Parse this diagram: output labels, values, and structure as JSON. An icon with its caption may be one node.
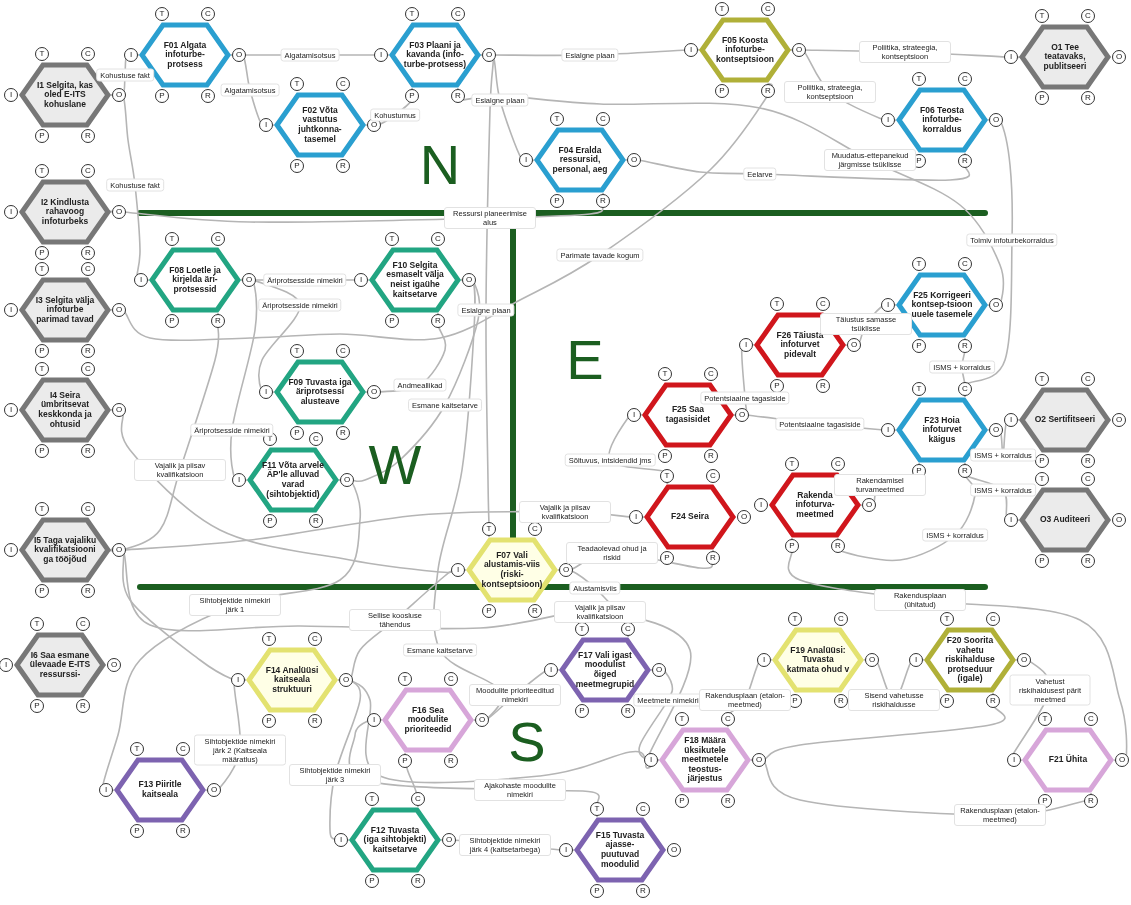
{
  "diagram": {
    "nodes": [
      {
        "text": [
          "T",
          "C",
          "I",
          "I1 Selgita, kas oled E-ITS kohuslane",
          "O",
          "P",
          "R"
        ]
      },
      {
        "text": [
          "T",
          "C",
          "I",
          "I2 Kindlusta rahavoog infoturbeks",
          "O",
          "P",
          "R"
        ]
      },
      {
        "text": [
          "T",
          "C",
          "I",
          "I3 Selgita välja infoturbe parimad tavad",
          "O",
          "P",
          "R"
        ]
      },
      {
        "text": [
          "T",
          "C",
          "I",
          "I4 Seira ümbritsevat keskkonda ja ohtusid",
          "O",
          "P",
          "R"
        ]
      },
      {
        "text": [
          "T",
          "C",
          "I",
          "I5 Taga vajaliku kvalifikatsiooniga tööjõud",
          "O",
          "P",
          "R"
        ]
      },
      {
        "text": [
          "T",
          "C",
          "I",
          "I6 Saa esmane ülevaade E-ITS ressurssi-",
          "O",
          "P",
          "R"
        ]
      },
      {
        "text": [
          "T",
          "C",
          "I",
          "F01 Algata infoturbe-protsess",
          "O",
          "P",
          "R"
        ]
      },
      {
        "text": [
          "T",
          "C",
          "I",
          "F02 Võta vastutus juhtkonna-tasemel",
          "O",
          "P",
          "R"
        ]
      },
      {
        "text": [
          "T",
          "C",
          "I",
          "F03 Plaani ja kavanda (info-turbe-protsess)",
          "O",
          "P",
          "R"
        ]
      },
      {
        "text": [
          "T",
          "C",
          "I",
          "F04 Eralda ressursid, personal, aeg",
          "O",
          "P",
          "R"
        ]
      },
      {
        "text": [
          "T",
          "C",
          "I",
          "F05 Koosta infoturbe-kontseptsioon",
          "O",
          "P",
          "R"
        ]
      },
      {
        "text": [
          "T",
          "C",
          "I",
          "F06 Teosta infoturbe-korraldus",
          "O",
          "P",
          "R"
        ]
      },
      {
        "text": [
          "T",
          "C",
          "I",
          "O1 Tee teatavaks, publitseeri",
          "O",
          "P",
          "R"
        ]
      },
      {
        "text": [
          "T",
          "C",
          "I",
          "F08 Loetle ja kirjelda äri-protsessid",
          "O",
          "P",
          "R"
        ]
      },
      {
        "text": [
          "T",
          "C",
          "I",
          "F10 Selgita esmaselt välja neist igaühe kaitsetarve",
          "O",
          "P",
          "R"
        ]
      },
      {
        "text": [
          "T",
          "C",
          "I",
          "F09 Tuvasta iga äriprotsessi alusteave",
          "O",
          "P",
          "R"
        ]
      },
      {
        "text": [
          "T",
          "C",
          "I",
          "F11 Võta arvele ÄP'le alluvad varad (sihtobjektid)",
          "O",
          "P",
          "R"
        ]
      },
      {
        "text": [
          "T",
          "C",
          "I",
          "F25 Korrigeeri kontsep-tsioon uuele tasemele",
          "O",
          "P",
          "R"
        ]
      },
      {
        "text": [
          "T",
          "C",
          "I",
          "F26 Täiusta infoturvet pidevalt",
          "O",
          "P",
          "R"
        ]
      },
      {
        "text": [
          "T",
          "C",
          "I",
          "F25 Saa tagasisidet",
          "O",
          "P",
          "R"
        ]
      },
      {
        "text": [
          "T",
          "C",
          "I",
          "F23 Hoia infoturvet käigus",
          "O",
          "P",
          "R"
        ]
      },
      {
        "text": [
          "T",
          "C",
          "I",
          "O2 Sertifitseeri",
          "O",
          "P",
          "R"
        ]
      },
      {
        "text": [
          "T",
          "C",
          "I",
          "Rakenda infoturva-meetmed",
          "O",
          "P",
          "R"
        ]
      },
      {
        "text": [
          "T",
          "C",
          "I",
          "F24 Seira",
          "O",
          "P",
          "R"
        ]
      },
      {
        "text": [
          "T",
          "C",
          "I",
          "O3 Auditeeri",
          "O",
          "P",
          "R"
        ]
      },
      {
        "text": [
          "T",
          "C",
          "I",
          "F07 Vali alustamis-viis (riski-kontseptsioon)",
          "O",
          "P",
          "R"
        ]
      },
      {
        "text": [
          "T",
          "C",
          "I",
          "F14 Analüüsi kaitseala struktuuri",
          "O",
          "P",
          "R"
        ]
      },
      {
        "text": [
          "T",
          "C",
          "I",
          "F13 Piiritle kaitseala",
          "O",
          "P",
          "R"
        ]
      },
      {
        "text": [
          "T",
          "C",
          "I",
          "F16 Sea moodulite prioriteedid",
          "O",
          "P",
          "R"
        ]
      },
      {
        "text": [
          "T",
          "C",
          "I",
          "F17 Vali igast moodulist õiged meetmegrupid",
          "O",
          "P",
          "R"
        ]
      },
      {
        "text": [
          "T",
          "C",
          "I",
          "F18 Määra üksikutele meetmetele teostus-järjestus",
          "O",
          "P",
          "R"
        ]
      },
      {
        "text": [
          "T",
          "C",
          "I",
          "F19 Analüüsi: Tuvasta katmata ohud v",
          "O",
          "P",
          "R"
        ]
      },
      {
        "text": [
          "T",
          "C",
          "I",
          "F20 Soorita vahetu riskihalduse protseduur (igale)",
          "O",
          "P",
          "R"
        ]
      },
      {
        "text": [
          "T",
          "C",
          "I",
          "F21 Ühita",
          "O",
          "P",
          "R"
        ]
      },
      {
        "text": [
          "T",
          "C",
          "I",
          "F12 Tuvasta (iga sihtobjekti) kaitsetarve",
          "O",
          "P",
          "R"
        ]
      },
      {
        "text": [
          "T",
          "C",
          "I",
          "F15 Tuvasta ajasse-puutuvad moodulid",
          "O",
          "P",
          "R"
        ]
      }
    ],
    "edges": [
      {
        "from": 0,
        "to": 6,
        "arrow": "none",
        "label": "Kohustuse fakt"
      },
      {
        "from": 0,
        "to": 13,
        "arrow": "none",
        "label": "Kohustuse fakt"
      },
      {
        "from": 6,
        "to": 8,
        "arrow": "none",
        "label": "Algatamisotsus"
      },
      {
        "from": 6,
        "to": 7,
        "arrow": "none",
        "label": "Algatamisotsus"
      },
      {
        "from": 7,
        "to": 8,
        "arrow": "none",
        "label": "Kohustumus"
      },
      {
        "from": 8,
        "to": 10,
        "arrow": "none",
        "label": "Esialgne plaan"
      },
      {
        "from": 8,
        "to": 9,
        "arrow": "none",
        "label": "Esialgne plaan"
      },
      {
        "from": 8,
        "to": 25,
        "arrow": "none",
        "label": "Esialgne plaan"
      },
      {
        "from": 17,
        "to": 8,
        "arrow": "none",
        "label": "Muudatus-ettepanekud järgmisse tsüklisse"
      },
      {
        "from": 1,
        "to": 9,
        "arrow": "none",
        "label": "Ressursi planeerimise alus"
      },
      {
        "from": 9,
        "to": 11,
        "arrow": "none",
        "label": "Eelarve"
      },
      {
        "from": 10,
        "to": 12,
        "arrow": "none",
        "label": "Poliitika, strateegia, kontseptsioon"
      },
      {
        "from": 10,
        "to": 11,
        "arrow": "none",
        "label": "Poliitika, strateegia, kontseptsioon"
      },
      {
        "from": 2,
        "to": 10,
        "arrow": "none",
        "label": "Parimate tavade kogum"
      },
      {
        "from": 11,
        "to": 20,
        "arrow": "none",
        "label": "Toimiv infoturbekorraldus"
      },
      {
        "from": 13,
        "to": 14,
        "arrow": "none",
        "label": "Äriprotsesside nimekiri"
      },
      {
        "from": 13,
        "to": 15,
        "arrow": "none",
        "label": "Äriprotsesside nimekiri"
      },
      {
        "from": 13,
        "to": 16,
        "arrow": "none",
        "label": "Äriprotsesside nimekiri"
      },
      {
        "from": 15,
        "to": 14,
        "arrow": "none",
        "label": "Andmeallikad"
      },
      {
        "from": 14,
        "to": 16,
        "arrow": "none",
        "label": "Esmane kaitsetarve"
      },
      {
        "from": 14,
        "to": 28,
        "arrow": "none",
        "label": "Esmane kaitsetarve"
      },
      {
        "from": 3,
        "to": 25,
        "arrow": "none"
      },
      {
        "from": 4,
        "to": 13,
        "arrow": "none",
        "label": "Vajalik ja piisav kvalifikatsioon"
      },
      {
        "from": 4,
        "to": 23,
        "arrow": "none",
        "label": "Vajalik ja piisav kvalifikatsioon"
      },
      {
        "from": 4,
        "to": 30,
        "arrow": "none",
        "label": "Vajalik ja piisav kvalifikatsioon"
      },
      {
        "from": 4,
        "to": 26,
        "arrow": "none"
      },
      {
        "from": 16,
        "to": 27,
        "arrow": "none",
        "label": "Sihtobjektide nimekiri järk 1"
      },
      {
        "from": 27,
        "to": 26,
        "arrow": "none",
        "label": "Sihtobjektide nimekiri järk 2 (Kaitseala määratlus)"
      },
      {
        "from": 26,
        "to": 34,
        "arrow": "none",
        "label": "Sihtobjektide nimekiri järk 3"
      },
      {
        "from": 26,
        "to": 25,
        "arrow": "none",
        "label": "Sellise koosluse tähendus"
      },
      {
        "from": 26,
        "to": 30,
        "arrow": "none"
      },
      {
        "from": 34,
        "to": 35,
        "arrow": "none",
        "label": "Sihtobjektide nimekiri järk 4 (kaitsetarbega)"
      },
      {
        "from": 34,
        "to": 28,
        "arrow": "none"
      },
      {
        "from": 35,
        "to": 28,
        "arrow": "none",
        "label": "Ajakohaste moodulite nimekiri"
      },
      {
        "from": 28,
        "to": 29,
        "arrow": "none",
        "label": "Moodulite prioriteeditud nimekiri"
      },
      {
        "from": 29,
        "to": 30,
        "arrow": "none",
        "label": "Meetmete nimekiri"
      },
      {
        "from": 25,
        "to": 29,
        "arrow": "none",
        "label": "Alustamisviis"
      },
      {
        "from": 23,
        "to": 25,
        "arrow": "none",
        "label": "Teadaolevad ohud ja riskid"
      },
      {
        "from": 30,
        "to": 31,
        "arrow": "none",
        "label": "Rakendusplaan (etalon-meetmed)"
      },
      {
        "from": 30,
        "to": 33,
        "arrow": "none",
        "label": "Rakendusplaan (etalon-meetmed)"
      },
      {
        "from": 31,
        "to": 32,
        "arrow": "none",
        "label": "Sisend vahetusse riskihaldusse"
      },
      {
        "from": 32,
        "to": 33,
        "arrow": "none",
        "label": "Vahetust riskihaldusest pärit meetmed"
      },
      {
        "from": 32,
        "to": 30,
        "arrow": "none"
      },
      {
        "from": 33,
        "to": 22,
        "arrow": "none",
        "label": "Rakendusplaan (ühitatud)"
      },
      {
        "from": 22,
        "to": 20,
        "arrow": "none",
        "label": "Rakendamisel turvameetmed"
      },
      {
        "from": 20,
        "to": 22,
        "arrow": "none",
        "label": "ISMS + korraldus"
      },
      {
        "from": 19,
        "to": 18,
        "arrow": "none",
        "label": "Potentsiaalne tagasiside"
      },
      {
        "from": 19,
        "to": 20,
        "arrow": "none",
        "label": "Potentsiaalne tagasiside"
      },
      {
        "from": 18,
        "to": 17,
        "arrow": "none",
        "label": "Täiustus samasse tsüklisse"
      },
      {
        "from": 20,
        "to": 17,
        "arrow": "none",
        "label": "ISMS + korraldus"
      },
      {
        "from": 20,
        "to": 21,
        "arrow": "none",
        "label": "ISMS + korraldus"
      },
      {
        "from": 20,
        "to": 24,
        "arrow": "none",
        "label": "ISMS + korraldus"
      },
      {
        "from": 23,
        "to": 19,
        "arrow": "none",
        "label": "Sõltuvus, intsidendid jms"
      }
    ],
    "labels": [
      "N",
      "W",
      "E",
      "S"
    ]
  }
}
